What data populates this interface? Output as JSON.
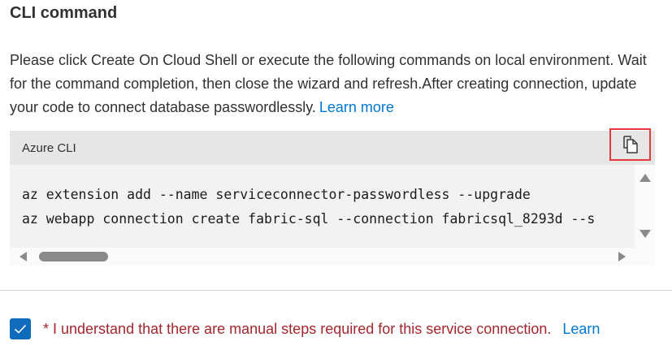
{
  "section": {
    "title": "CLI command",
    "description": "Please click Create On Cloud Shell or execute the following commands on local environment. Wait for the command completion, then close the wizard and refresh.After creating connection, update your code to connect database passwordlessly.",
    "learn_more_label": "Learn more"
  },
  "code_block": {
    "language_label": "Azure CLI",
    "copy_icon": "copy-icon",
    "lines": [
      "az extension add --name serviceconnector-passwordless --upgrade",
      "az webapp connection create fabric-sql --connection fabricsql_8293d --s"
    ],
    "highlight_color": "#e5393e"
  },
  "acknowledgement": {
    "checked": true,
    "label": "* I understand that there are manual steps required for this service connection.",
    "link_label": "Learn",
    "label_color": "#a4262c",
    "checkbox_color": "#0f6cbd"
  },
  "colors": {
    "link": "#0078d4",
    "text": "#323130",
    "code_header_bg": "#e6e6e6",
    "code_body_bg": "#f2f2f2"
  }
}
